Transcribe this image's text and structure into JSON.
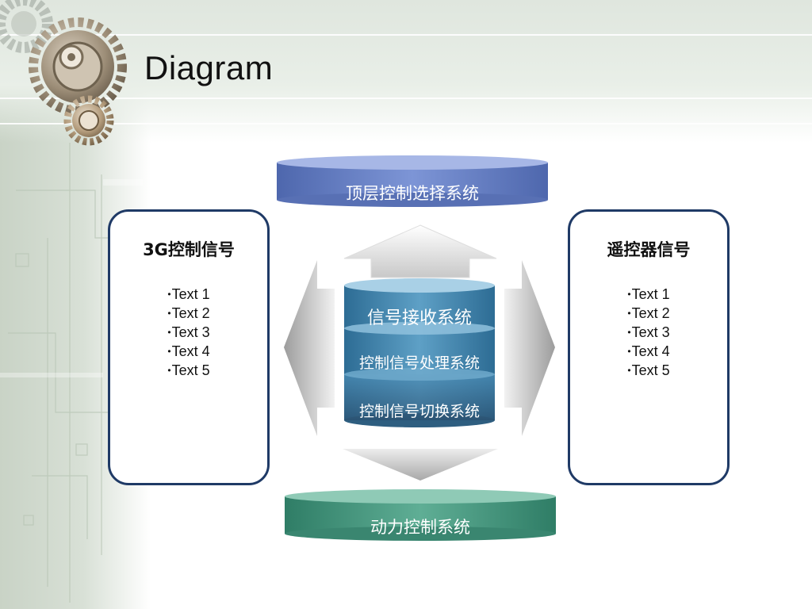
{
  "slide": {
    "title": "Diagram"
  },
  "top_system": {
    "label": "顶层控制选择系统"
  },
  "bottom_system": {
    "label": "动力控制系统"
  },
  "center_stack": {
    "layers": [
      {
        "label": "信号接收系统"
      },
      {
        "label": "控制信号处理系统"
      },
      {
        "label": "控制信号切换系统"
      }
    ]
  },
  "left_panel": {
    "title": "3G控制信号",
    "items": [
      "Text 1",
      "Text 2",
      "Text 3",
      "Text 4",
      "Text 5"
    ]
  },
  "right_panel": {
    "title": "遥控器信号",
    "items": [
      "Text 1",
      "Text 2",
      "Text 3",
      "Text 4",
      "Text 5"
    ]
  },
  "colors": {
    "top_cylinder": "#6f86c6",
    "center_cylinder": "#4f8fb5",
    "bottom_cylinder": "#4a9c85",
    "panel_border": "#1f3a66"
  },
  "icons": {
    "decoration": "gears-icon"
  }
}
